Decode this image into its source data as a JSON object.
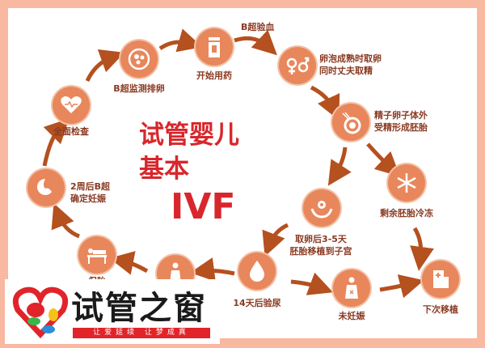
{
  "title": {
    "line1": "试管婴儿",
    "line2": "基本",
    "line3": "IVF"
  },
  "colors": {
    "border": "#f9b8a0",
    "circle": "#e8875c",
    "arrow": "#b5501f",
    "label": "#8a3a22",
    "title": "#d8262c"
  },
  "steps": [
    {
      "label": "全面检查",
      "icon": "heart-pulse-icon"
    },
    {
      "label": "B超监测排卵",
      "icon": "ultrasound-follicle-icon"
    },
    {
      "label": "开始用药",
      "icon": "medicine-bottle-icon"
    },
    {
      "label": "B超验血"
    },
    {
      "label1": "卵泡成熟时取卵",
      "label2": "同时丈夫取精",
      "icon": "male-female-icon"
    },
    {
      "label1": "精子卵子体外",
      "label2": "受精形成胚胎",
      "icon": "sperm-egg-icon"
    },
    {
      "label": "剩余胚胎冷冻",
      "icon": "snowflake-icon"
    },
    {
      "label1": "取卵后3-5天",
      "label2": "胚胎移植到子宫",
      "icon": "hands-embryo-icon"
    },
    {
      "label": "14天后验尿",
      "icon": "drop-icon"
    },
    {
      "label": "未妊娠",
      "icon": "not-pregnant-icon"
    },
    {
      "label": "下次移植",
      "icon": "hospital-icon"
    },
    {
      "label": "",
      "icon": "pregnant-woman-icon"
    },
    {
      "label": "保胎",
      "icon": "bed-rest-icon"
    },
    {
      "label1": "2周后B超",
      "label2": "确定妊娠",
      "icon": "fetus-icon"
    }
  ],
  "watermark": {
    "brand": "试管之窗",
    "tagline": "让爱延续  让梦成真"
  }
}
